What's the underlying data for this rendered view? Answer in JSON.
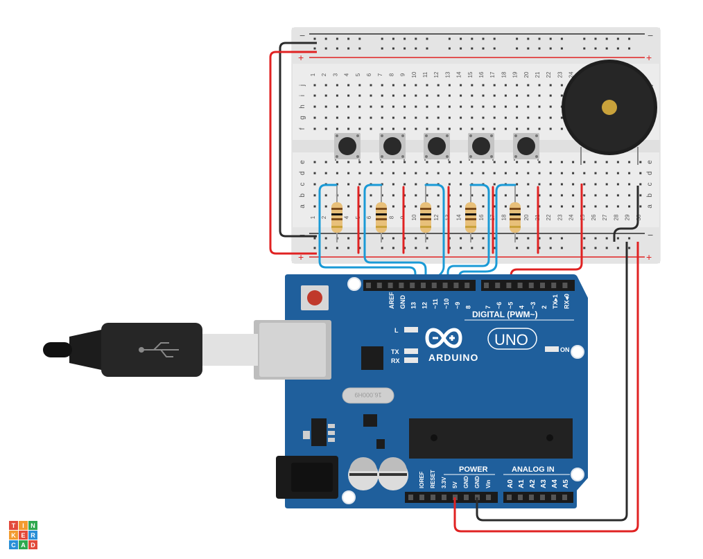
{
  "app": {
    "logo_letters": [
      "T",
      "I",
      "N",
      "K",
      "E",
      "R",
      "C",
      "A",
      "D"
    ]
  },
  "breadboard": {
    "rail_minus": "−",
    "rail_plus": "+",
    "columns": [
      "1",
      "2",
      "3",
      "4",
      "5",
      "6",
      "7",
      "8",
      "9",
      "10",
      "11",
      "12",
      "13",
      "14",
      "15",
      "16",
      "17",
      "18",
      "19",
      "20",
      "21",
      "22",
      "23",
      "24",
      "25",
      "26",
      "27",
      "28",
      "29",
      "30"
    ],
    "rows_top": [
      "j",
      "i",
      "h",
      "g",
      "f"
    ],
    "rows_bottom": [
      "e",
      "d",
      "c",
      "b",
      "a"
    ]
  },
  "arduino": {
    "model": "UNO",
    "brand": "ARDUINO",
    "digital_label": "DIGITAL (PWM~)",
    "digital_pins_left": [
      "AREF",
      "GND",
      "13",
      "12",
      "~11",
      "~10",
      "~9",
      "8"
    ],
    "digital_pins_right": [
      "7",
      "~6",
      "~5",
      "4",
      "~3",
      "2",
      "TX▸1",
      "RX◂0"
    ],
    "led_labels": [
      "L",
      "TX",
      "RX"
    ],
    "on_label": "ON",
    "power_label": "POWER",
    "power_pins": [
      "IOREF",
      "RESET",
      "3.3V",
      "5V",
      "GND",
      "GND",
      "Vin"
    ],
    "analog_label": "ANALOG IN",
    "analog_pins": [
      "A0",
      "A1",
      "A2",
      "A3",
      "A4",
      "A5"
    ],
    "crystal_text": "16.000H9"
  },
  "colors": {
    "board_blue": "#1f5f9c",
    "wire_red": "#e02222",
    "wire_black": "#2b2b2b",
    "wire_blue": "#1a9ad6",
    "breadboard": "#ededed"
  }
}
